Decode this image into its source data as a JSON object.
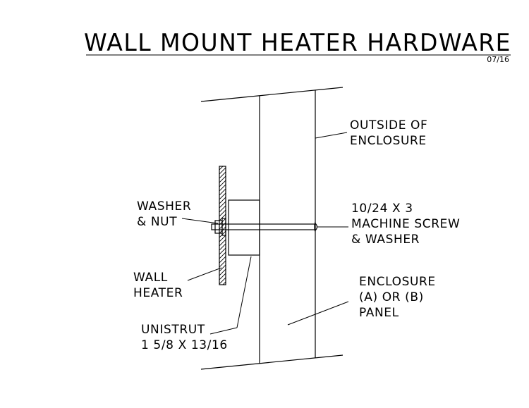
{
  "title": "WALL MOUNT HEATER HARDWARE",
  "date": "07/16",
  "labels": {
    "outside_of_enclosure": [
      "OUTSIDE OF",
      "ENCLOSURE"
    ],
    "machine_screw": [
      "10/24 X 3",
      "MACHINE SCREW",
      "& WASHER"
    ],
    "washer_nut": [
      "WASHER",
      "& NUT"
    ],
    "wall_heater": [
      "WALL",
      "HEATER"
    ],
    "enclosure_panel": [
      "ENCLOSURE",
      "(A) OR (B)",
      "PANEL"
    ],
    "unistrut": [
      "UNISTRUT",
      "1 5/8 X 13/16"
    ]
  }
}
